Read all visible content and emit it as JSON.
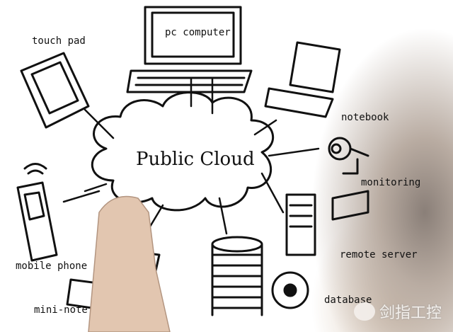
{
  "center": {
    "title": "Public Cloud"
  },
  "labels": {
    "touch_pad": "touch pad",
    "pc_computer": "pc computer",
    "notebook": "notebook",
    "monitoring": "monitoring",
    "remote_server": "remote server",
    "database": "database",
    "mobile_phone": "mobile phone",
    "mini_note": "mini-note"
  },
  "watermark": {
    "text": "剑指工控",
    "icon": "wechat-icon"
  }
}
